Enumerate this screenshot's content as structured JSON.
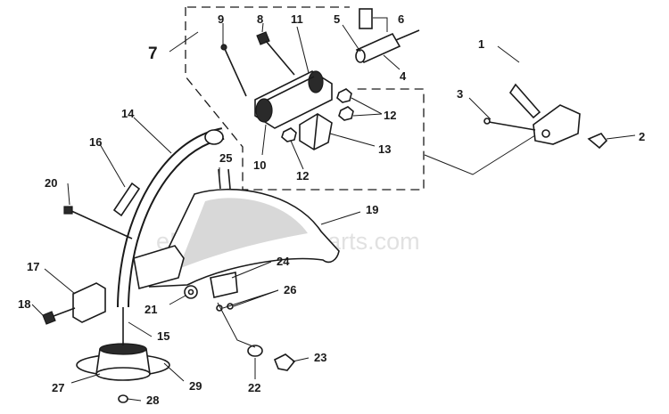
{
  "diagram": {
    "watermark": "eReplacementParts.com",
    "group_label": "7",
    "callouts": {
      "p1": "1",
      "p2": "2",
      "p3": "3",
      "p4": "4",
      "p5": "5",
      "p6": "6",
      "p8": "8",
      "p9": "9",
      "p10": "10",
      "p11": "11",
      "p12a": "12",
      "p12b": "12",
      "p13": "13",
      "p14": "14",
      "p15": "15",
      "p16": "16",
      "p17": "17",
      "p18": "18",
      "p19": "19",
      "p20": "20",
      "p21": "21",
      "p22": "22",
      "p23": "23",
      "p24": "24",
      "p25": "25",
      "p26": "26",
      "p27": "27",
      "p28": "28",
      "p29": "29"
    }
  }
}
